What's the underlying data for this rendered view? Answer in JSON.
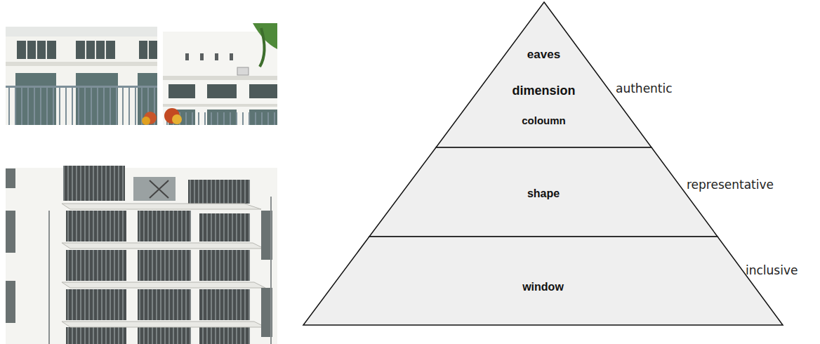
{
  "diagram": {
    "nodes": [
      {
        "text": [
          "eaves",
          "dimension",
          "coloumn"
        ]
      },
      {
        "text": [
          "shape"
        ]
      },
      {
        "text": [
          "window"
        ]
      }
    ],
    "labels": [
      "authentic",
      "representative",
      "inclusive"
    ]
  }
}
